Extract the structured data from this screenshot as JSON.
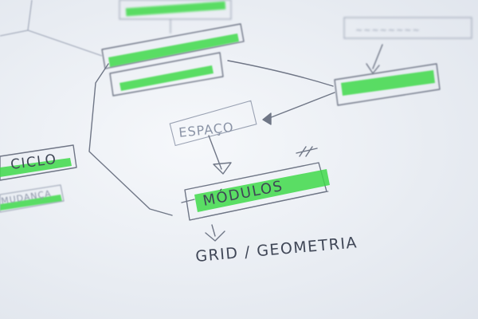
{
  "diagram": {
    "nodes": {
      "modulos": {
        "label": "MÓDULOS"
      },
      "espaco": {
        "label": "ESPAÇO"
      },
      "grid": {
        "label": "GRID / GEOMETRIA"
      },
      "ciclo": {
        "label": "CICLO"
      },
      "mudanca": {
        "label": "MUDANÇA"
      }
    }
  },
  "colors": {
    "highlight": "#3fd94a",
    "pencil": "#6f7686",
    "paper": "#eef1f6"
  }
}
